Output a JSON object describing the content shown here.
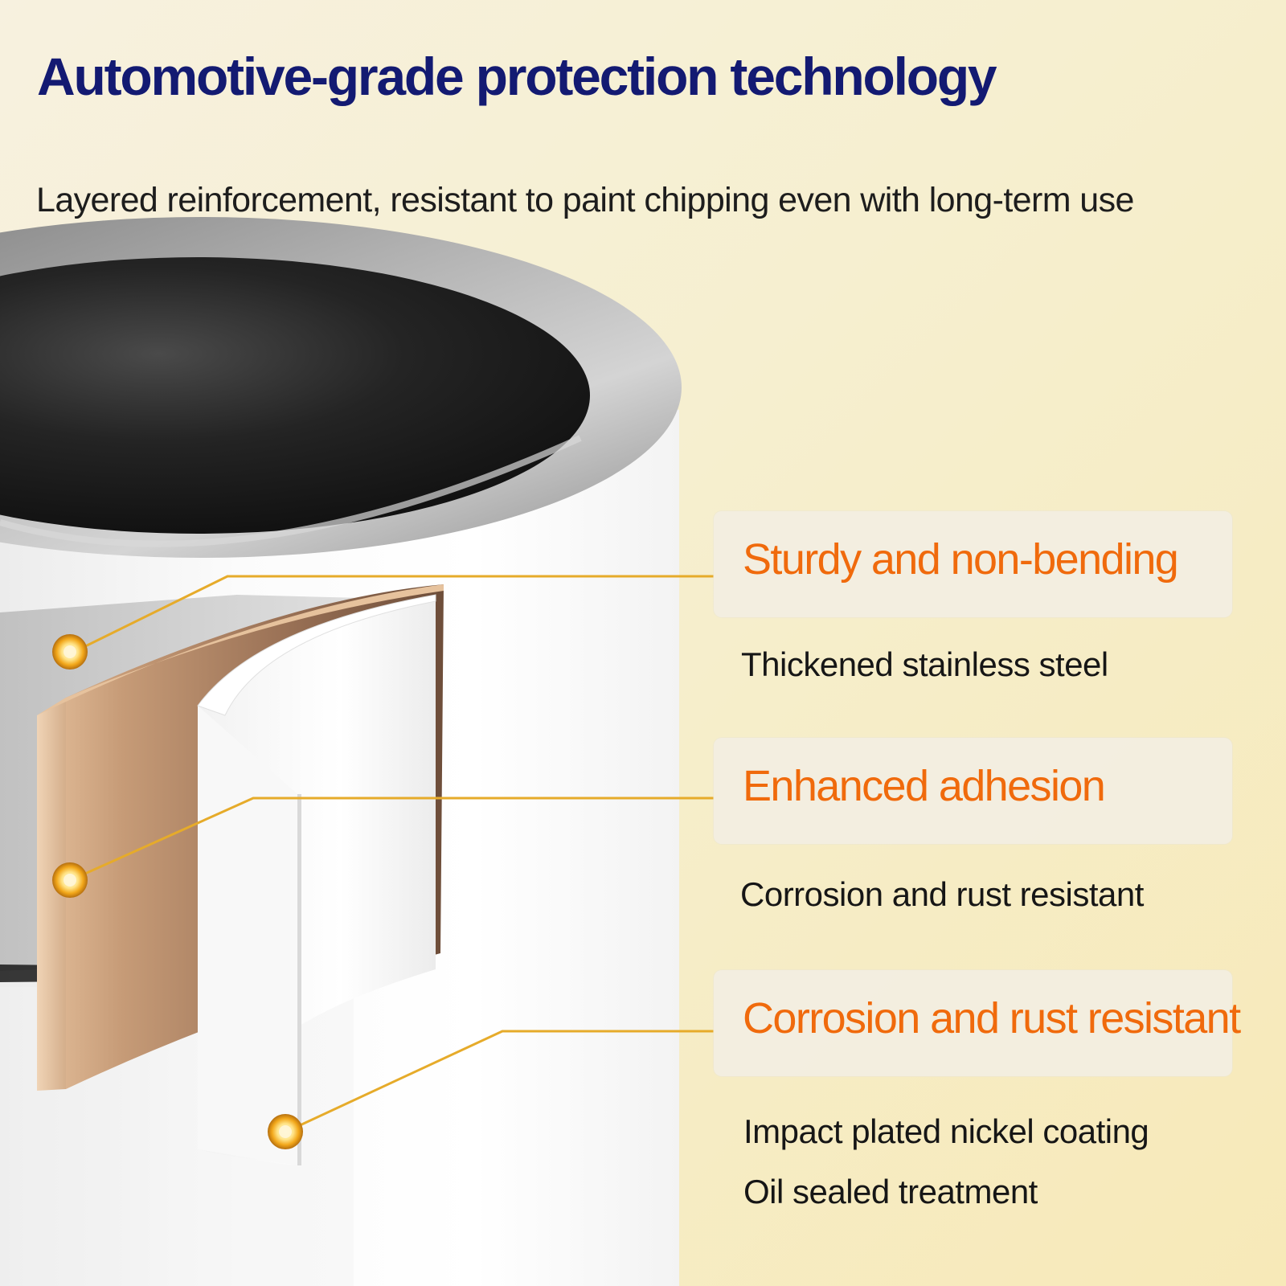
{
  "header": {
    "title": "Automotive-grade protection technology",
    "subtitle": "Layered reinforcement, resistant to paint chipping even with long-term use"
  },
  "features": [
    {
      "title": "Sturdy and non-bending",
      "details": [
        "Thickened stainless steel"
      ]
    },
    {
      "title": "Enhanced adhesion",
      "details": [
        "Corrosion and rust resistant"
      ]
    },
    {
      "title": "Corrosion and rust resistant",
      "details": [
        "Impact plated nickel coating",
        "Oil sealed treatment"
      ]
    }
  ],
  "colors": {
    "title": "#131a72",
    "accent": "#f06a0c",
    "connector": "#e6ab2a",
    "background": "#f6efcf",
    "copper_layer": "#b88b67",
    "steel_layer": "#a9a9a9"
  },
  "icons": [
    "cylinder-cutaway-illustration",
    "layer-marker-icon"
  ]
}
